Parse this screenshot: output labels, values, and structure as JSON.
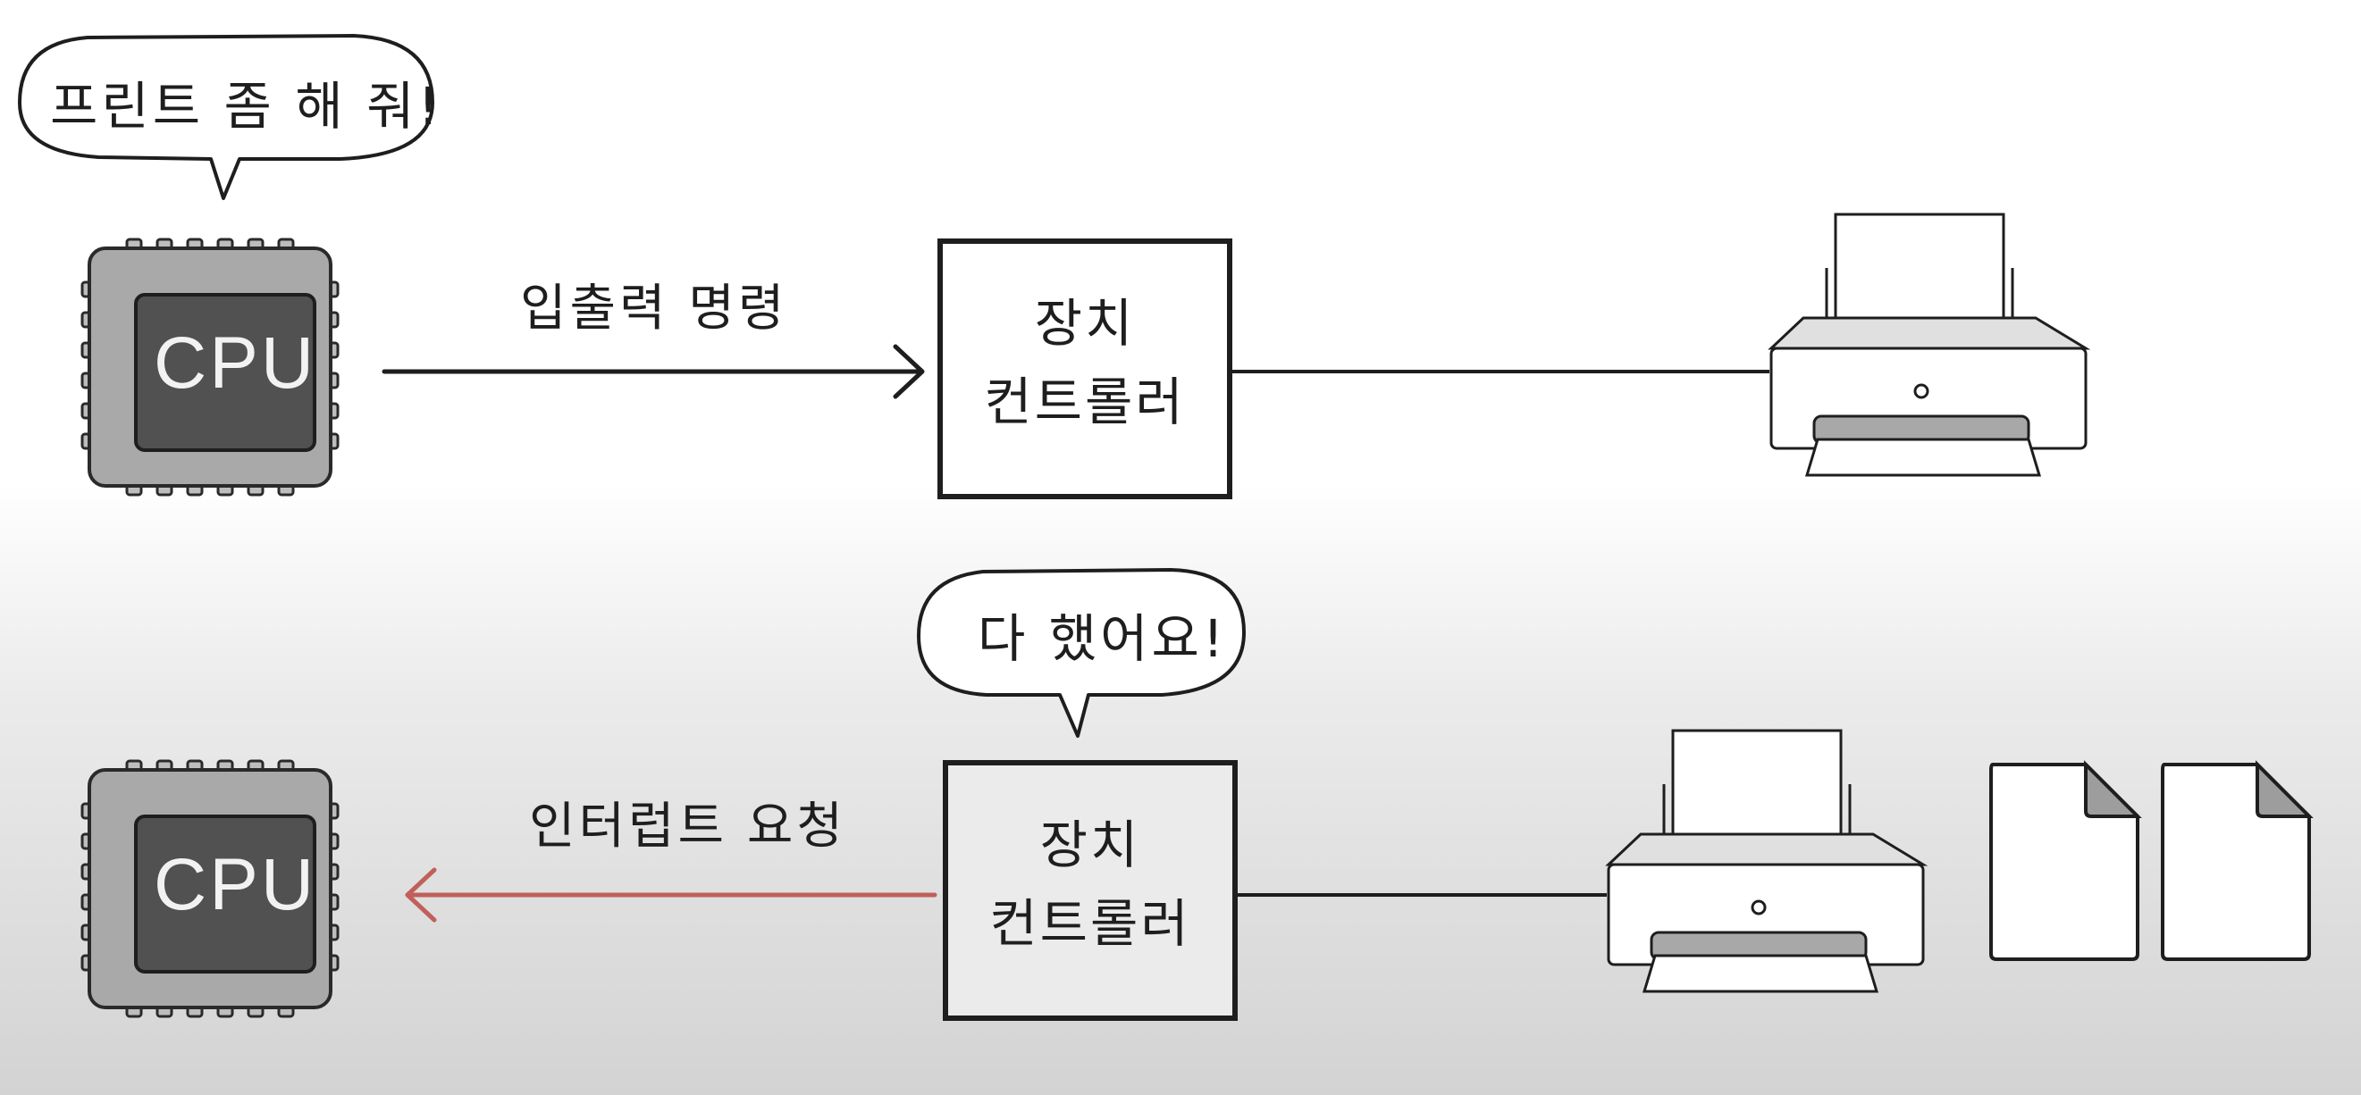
{
  "top": {
    "bubble": "프린트 좀 해 줘!",
    "cpu_label": "CPU",
    "arrow_label": "입출력 명령",
    "controller_line1": "장치",
    "controller_line2": "컨트롤러"
  },
  "bottom": {
    "bubble": "다 했어요!",
    "cpu_label": "CPU",
    "arrow_label": "인터럽트 요청",
    "controller_line1": "장치",
    "controller_line2": "컨트롤러"
  },
  "colors": {
    "ink": "#1e1e1e",
    "chip_outer": "#a9a9a9",
    "chip_inner": "#515151",
    "interrupt_arrow": "#c0605a",
    "controller_fill": "#ffffff",
    "controller_fill_bottom": "#ebebeb"
  },
  "icons": [
    "cpu-chip-icon",
    "printer-icon",
    "document-icon",
    "speech-bubble-icon"
  ]
}
